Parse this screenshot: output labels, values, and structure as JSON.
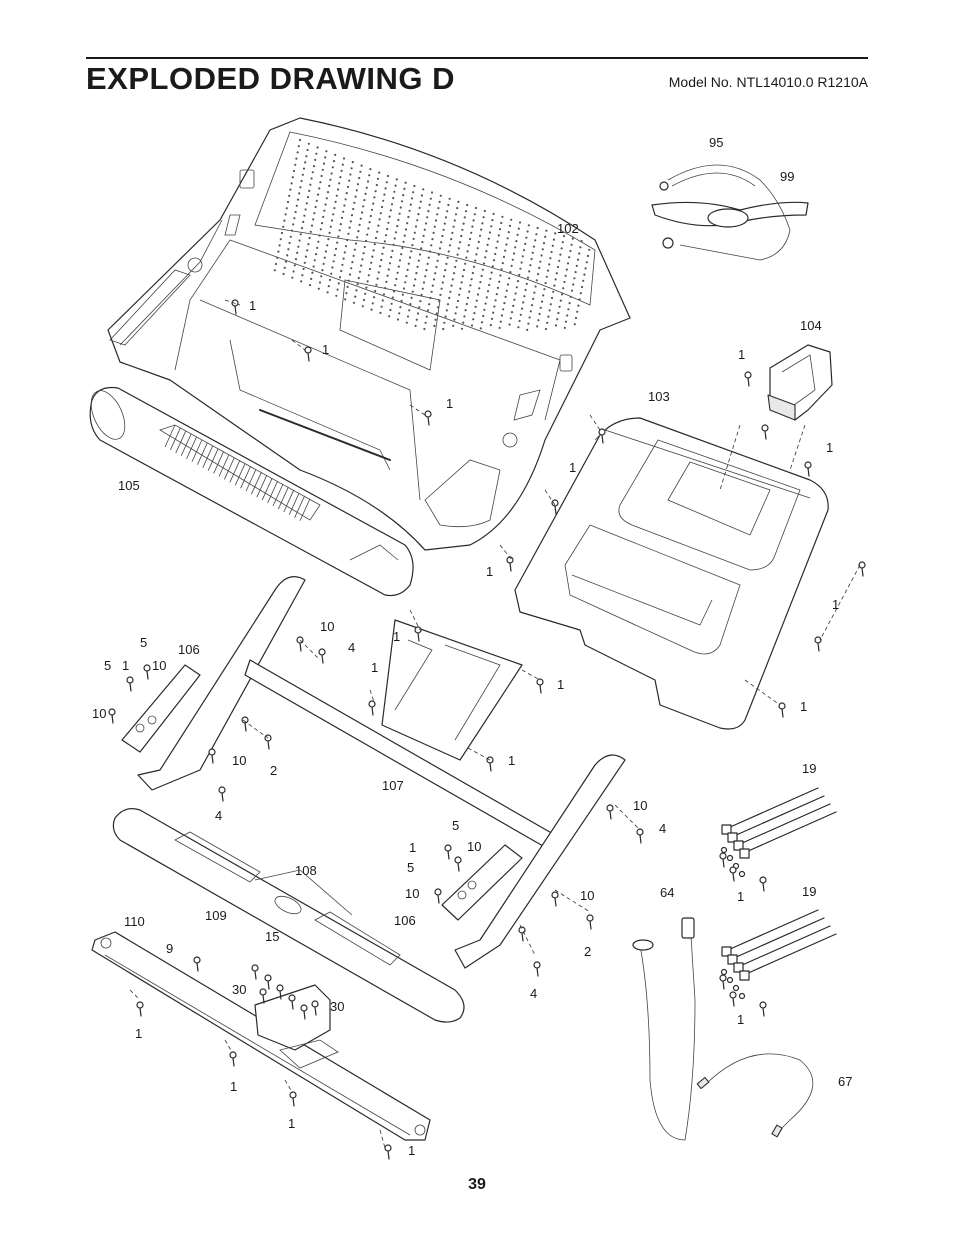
{
  "header": {
    "title": "EXPLODED DRAWING D",
    "model": "Model No. NTL14010.0 R1210A"
  },
  "footer": {
    "page_number": "39"
  },
  "callouts": {
    "c95": "95",
    "c99": "99",
    "c102": "102",
    "c104": "104",
    "c103": "103",
    "c105": "105",
    "c106a": "106",
    "c106b": "106",
    "c107": "107",
    "c108": "108",
    "c109": "109",
    "c110": "110",
    "c64": "64",
    "c67": "67",
    "c19a": "19",
    "c19b": "19",
    "c15": "15",
    "c30a": "30",
    "c30b": "30",
    "c9": "9",
    "c10": "10",
    "c4": "4",
    "c5": "5",
    "c2": "2",
    "c1": "1"
  }
}
